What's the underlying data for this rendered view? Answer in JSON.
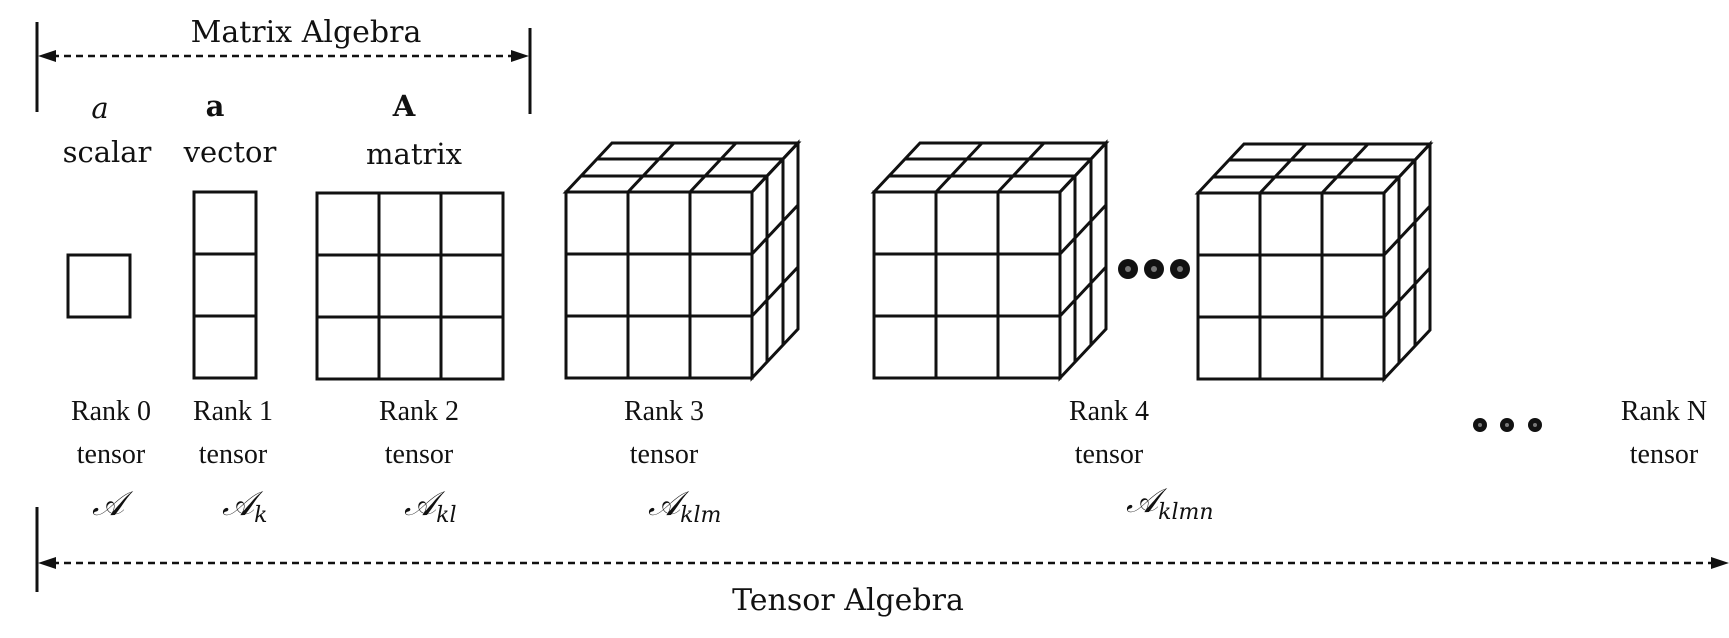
{
  "matrix_algebra_label": "Matrix Algebra",
  "tensor_algebra_label": "Tensor Algebra",
  "items": [
    {
      "symbol": "a",
      "bold": false,
      "kind": "scalar",
      "rank": "Rank 0",
      "noun": "tensor",
      "tensor_symbol": "𝒜",
      "subscript": ""
    },
    {
      "symbol": "a",
      "bold": true,
      "kind": "vector",
      "rank": "Rank 1",
      "noun": "tensor",
      "tensor_symbol": "𝒜",
      "subscript": "k"
    },
    {
      "symbol": "A",
      "bold": true,
      "kind": "matrix",
      "rank": "Rank 2",
      "noun": "tensor",
      "tensor_symbol": "𝒜",
      "subscript": "kl"
    },
    {
      "rank": "Rank 3",
      "noun": "tensor",
      "tensor_symbol": "𝒜",
      "subscript": "klm"
    },
    {
      "rank": "Rank 4",
      "noun": "tensor",
      "tensor_symbol": "𝒜",
      "subscript": "klmn"
    },
    {
      "rank": "Rank N",
      "noun": "tensor"
    }
  ]
}
